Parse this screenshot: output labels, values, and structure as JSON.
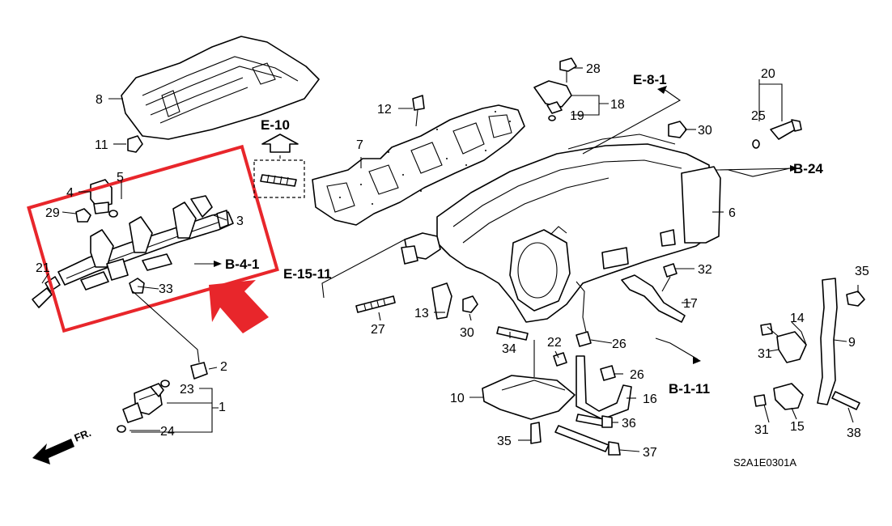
{
  "colors": {
    "highlight": "#e8262b",
    "line": "#000000",
    "paper": "#ffffff"
  },
  "callouts": {
    "c1": "1",
    "c2": "2",
    "c3": "3",
    "c4": "4",
    "c5": "5",
    "c6": "6",
    "c7": "7",
    "c8": "8",
    "c9": "9",
    "c10": "10",
    "c11": "11",
    "c12": "12",
    "c13": "13",
    "c14": "14",
    "c15": "15",
    "c16": "16",
    "c17": "17",
    "c18": "18",
    "c19": "19",
    "c20": "20",
    "c21": "21",
    "c22": "22",
    "c23": "23",
    "c24": "24",
    "c25": "25",
    "c26a": "26",
    "c26b": "26",
    "c27": "27",
    "c28": "28",
    "c29": "29",
    "c30a": "30",
    "c30b": "30",
    "c31a": "31",
    "c31b": "31",
    "c32": "32",
    "c33": "33",
    "c34": "34",
    "c35a": "35",
    "c35b": "35",
    "c36": "36",
    "c37": "37",
    "c38": "38"
  },
  "references": {
    "e10": "E-10",
    "e81": "E-8-1",
    "b24": "B-24",
    "b41": "B-4-1",
    "e1511": "E-15-11",
    "b111": "B-1-11"
  },
  "diagram_code": "S2A1E0301A",
  "front_label": "FR.",
  "icons": {
    "front_arrow": "arrow-icon",
    "highlight_arrow": "arrow-icon"
  }
}
